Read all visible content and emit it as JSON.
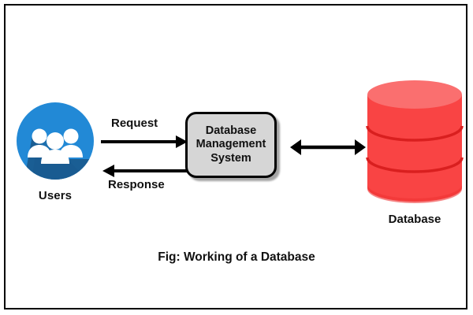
{
  "figure": {
    "caption": "Fig: Working of a Database",
    "border_color": "#000000",
    "background": "#ffffff"
  },
  "nodes": {
    "users": {
      "label": "Users",
      "icon": "users-group-icon",
      "icon_circle_color": "#2289d6",
      "icon_shadow_color": "#1a5a8e",
      "icon_figure_color": "#ffffff"
    },
    "dbms": {
      "line1": "Database",
      "line2": "Management",
      "line3": "System",
      "fill_color": "#d6d6d6",
      "border_color": "#000000"
    },
    "database": {
      "label": "Database",
      "icon": "database-cylinder-icon",
      "top_color": "#fa6f6f",
      "body_color": "#f94444",
      "divider_color": "#e02222",
      "segments": 3
    }
  },
  "edges": {
    "request": {
      "label": "Request",
      "direction": "right",
      "from": "users",
      "to": "dbms",
      "color": "#000000"
    },
    "response": {
      "label": "Response",
      "direction": "left",
      "from": "dbms",
      "to": "users",
      "color": "#000000"
    },
    "dbms_database": {
      "label": "",
      "direction": "both",
      "from": "dbms",
      "to": "database",
      "color": "#000000"
    }
  }
}
